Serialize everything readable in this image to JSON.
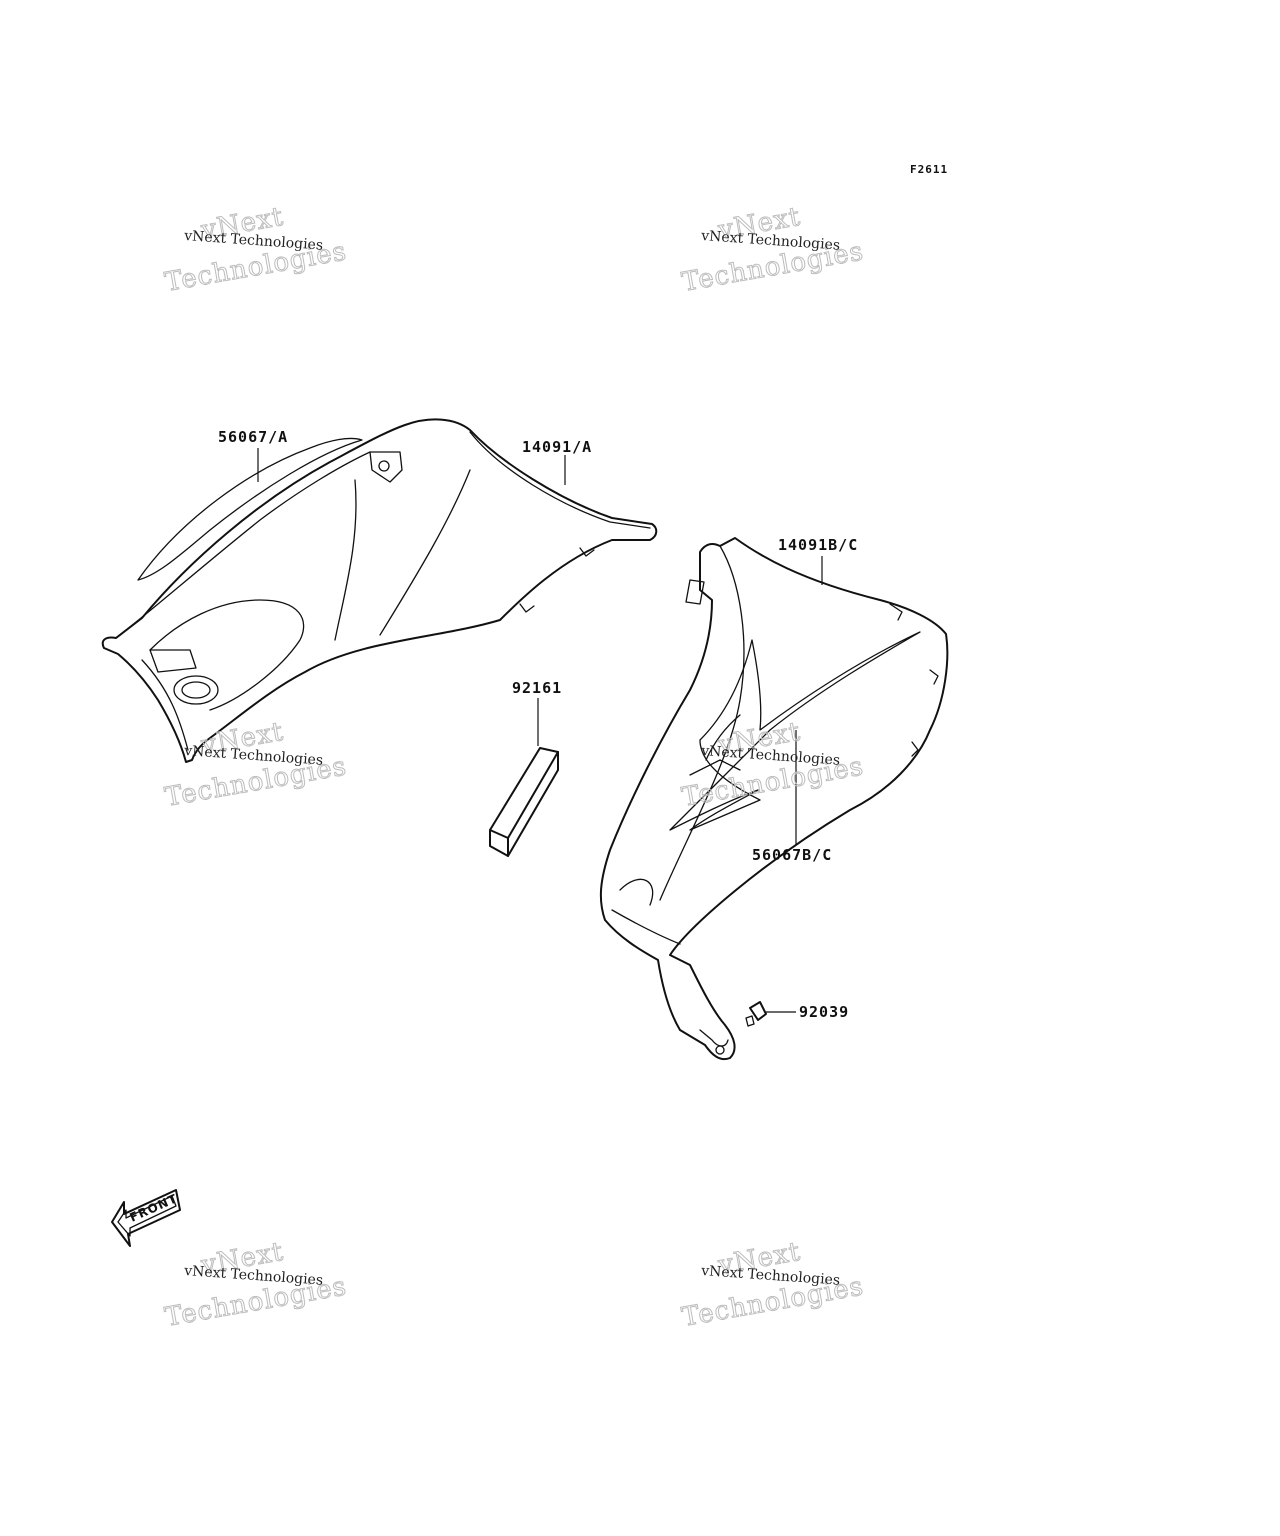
{
  "figure_code": "F2611",
  "parts": {
    "p56067a": "56067/A",
    "p14091a": "14091/A",
    "p14091bc": "14091B/C",
    "p92161": "92161",
    "p56067bc": "56067B/C",
    "p92039": "92039"
  },
  "front_label": "FRONT",
  "watermark": {
    "small": "vNext Technologies",
    "large_line1": "vNext",
    "large_line2": "Technologies"
  }
}
